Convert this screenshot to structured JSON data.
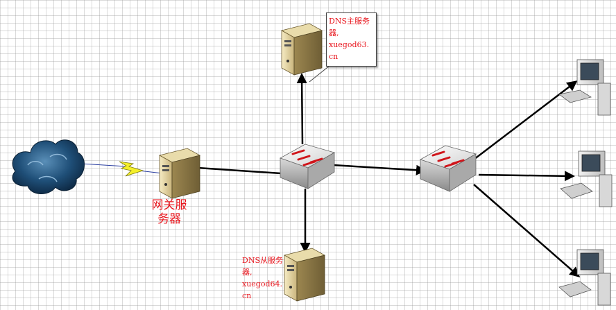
{
  "nodes": {
    "gateway": {
      "label": "网关服\n务器",
      "icon": "server-icon"
    },
    "dns_master": {
      "label": "DNS主服务\n器,\nxuegod63.\ncn",
      "icon": "server-icon"
    },
    "dns_slave": {
      "label": "DNS从服务\n器,\nxuegod64.\ncn",
      "icon": "server-icon"
    },
    "internet": {
      "icon": "cloud-icon"
    },
    "switch_core": {
      "icon": "switch-icon"
    },
    "switch_access": {
      "icon": "switch-icon"
    },
    "clients": [
      {
        "icon": "computer-icon"
      },
      {
        "icon": "computer-icon"
      },
      {
        "icon": "computer-icon"
      }
    ]
  },
  "colors": {
    "label": "#e8141c",
    "link": "#000000",
    "lightning": "#f4ef2a"
  }
}
